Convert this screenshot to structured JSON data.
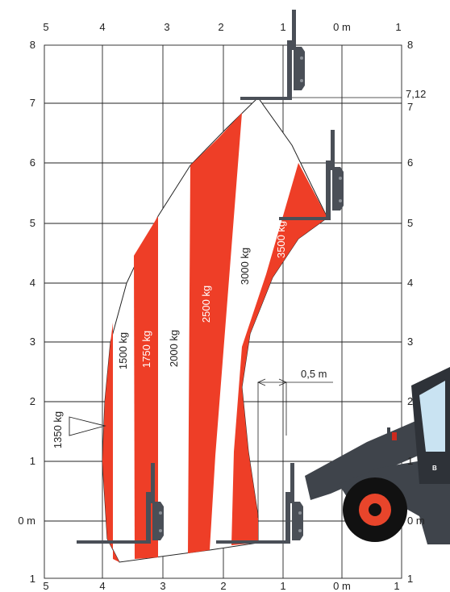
{
  "top_axis_ticks": [
    "5",
    "4",
    "3",
    "2",
    "1",
    "0 m",
    "1"
  ],
  "bottom_axis_ticks": [
    "5",
    "4",
    "3",
    "2",
    "1",
    "0 m",
    "1"
  ],
  "left_axis_ticks": [
    "8",
    "7",
    "6",
    "5",
    "4",
    "3",
    "2",
    "1",
    "0 m",
    "1"
  ],
  "right_axis_ticks": [
    "8",
    "7",
    "6",
    "5",
    "4",
    "3",
    "2",
    "1",
    "0 m",
    "1"
  ],
  "max_height_label": "7,12",
  "offset_label": "0,5 m",
  "load_zones": [
    {
      "label": "1350 kg"
    },
    {
      "label": "1500 kg"
    },
    {
      "label": "1750 kg"
    },
    {
      "label": "2000 kg"
    },
    {
      "label": "2500 kg"
    },
    {
      "label": "3000 kg"
    },
    {
      "label": "3500 kg"
    }
  ],
  "colors": {
    "zone_red": "#ee3e27",
    "grid": "#222222",
    "attachment": "#4a4f57",
    "machine_body": "#3f444b",
    "tyre": "#111111",
    "rim": "#e8452b"
  }
}
